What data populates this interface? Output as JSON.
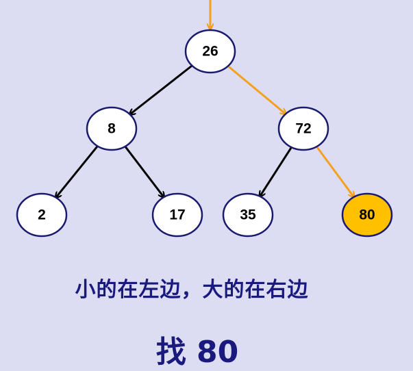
{
  "diagram": {
    "nodes": [
      {
        "id": "n26",
        "label": "26",
        "highlighted": false
      },
      {
        "id": "n8",
        "label": "8",
        "highlighted": false
      },
      {
        "id": "n72",
        "label": "72",
        "highlighted": false
      },
      {
        "id": "n2",
        "label": "2",
        "highlighted": false
      },
      {
        "id": "n17",
        "label": "17",
        "highlighted": false
      },
      {
        "id": "n35",
        "label": "35",
        "highlighted": false
      },
      {
        "id": "n80",
        "label": "80",
        "highlighted": true
      }
    ],
    "edges": [
      {
        "from": "n26",
        "to": "n8",
        "on_search_path": false
      },
      {
        "from": "n26",
        "to": "n72",
        "on_search_path": true
      },
      {
        "from": "n8",
        "to": "n2",
        "on_search_path": false
      },
      {
        "from": "n8",
        "to": "n17",
        "on_search_path": false
      },
      {
        "from": "n72",
        "to": "n35",
        "on_search_path": false
      },
      {
        "from": "n72",
        "to": "n80",
        "on_search_path": true
      }
    ],
    "entry_arrow_target": "n26"
  },
  "captions": {
    "rule": "小的在左边，大的在右边",
    "search": "找 80"
  },
  "colors": {
    "background": "#dcdcf2",
    "node_fill": "#ffffff",
    "node_border": "#1a1a6e",
    "highlight_fill": "#ffc000",
    "path_arrow": "#f5a01e",
    "normal_arrow": "#000000",
    "caption_text": "#1a1a7e"
  }
}
